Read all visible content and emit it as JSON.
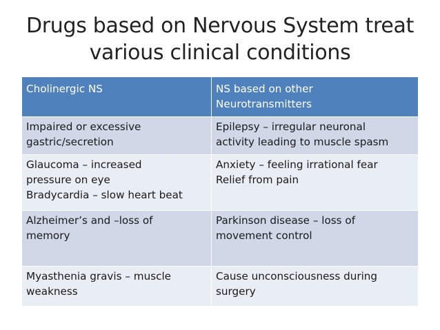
{
  "slide": {
    "title_lines": [
      "Drugs based on Nervous System treat",
      "various clinical conditions"
    ]
  },
  "table": {
    "headers": [
      [
        "Cholinergic NS"
      ],
      [
        "NS based on other",
        "Neurotransmitters"
      ]
    ],
    "rows": [
      [
        [
          "Impaired or excessive",
          "gastric/secretion"
        ],
        [
          "Epilepsy – irregular neuronal",
          "activity leading to muscle spasm"
        ]
      ],
      [
        [
          "Glaucoma – increased",
          "pressure on eye",
          "Bradycardia – slow heart beat"
        ],
        [
          "Anxiety – feeling irrational fear",
          "Relief from pain"
        ]
      ],
      [
        [
          "Alzheimer’s and –loss of",
          "memory"
        ],
        [
          "Parkinson disease – loss of",
          "movement control"
        ]
      ],
      [
        [
          "Myasthenia gravis – muscle",
          "weakness"
        ],
        [
          "Cause unconsciousness during",
          "surgery"
        ]
      ]
    ]
  },
  "colors": {
    "header_bg": "#4f81bd",
    "row_odd_bg": "#d0d8e8",
    "row_even_bg": "#e9edf4"
  }
}
